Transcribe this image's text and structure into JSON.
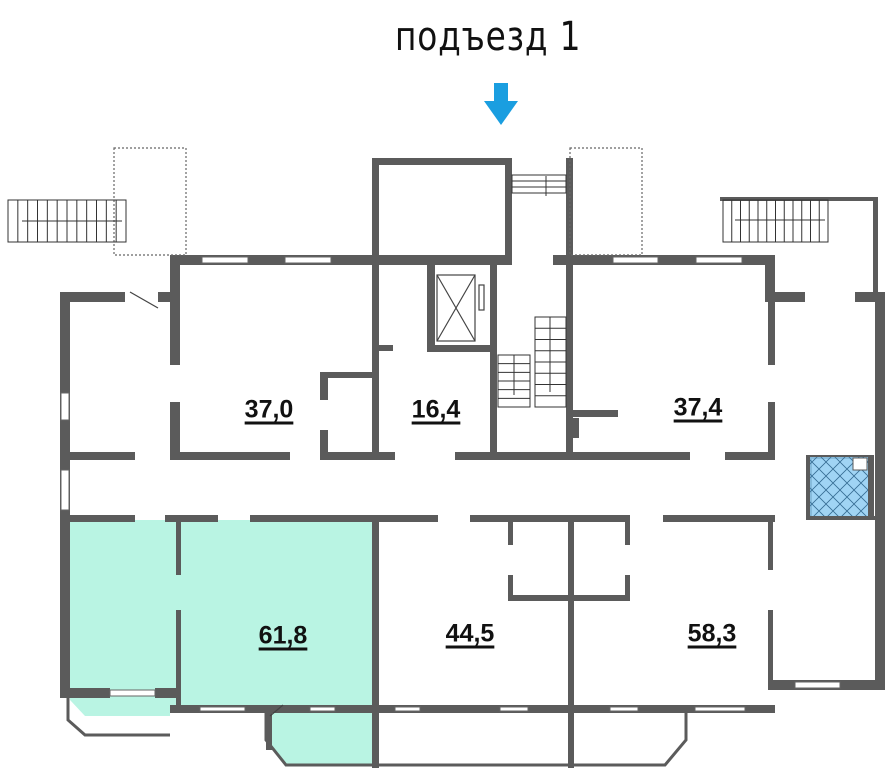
{
  "header": {
    "entrance_label": "подъезд 1"
  },
  "colors": {
    "wall": "#5b5b5b",
    "selected_unit": "#b9f4e3",
    "shaft": "#8fcdf2",
    "arrow": "#1a9ee0"
  },
  "rooms": [
    {
      "area": "37,0"
    },
    {
      "area": "16,4"
    },
    {
      "area": "37,4"
    },
    {
      "area": "61,8"
    },
    {
      "area": "44,5"
    },
    {
      "area": "58,3"
    }
  ]
}
